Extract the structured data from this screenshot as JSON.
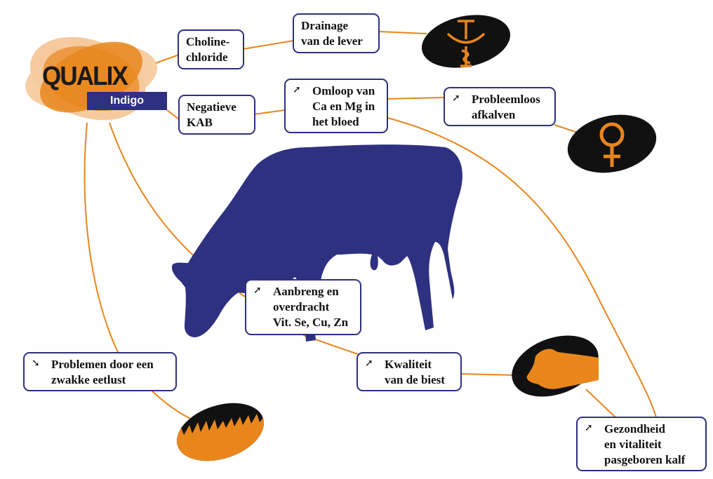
{
  "logo": {
    "name": "QUALIX",
    "subtitle": "Indigo"
  },
  "colors": {
    "orange": "#e8861c",
    "navy": "#2e3080",
    "black": "#111111"
  },
  "boxes": {
    "choline": "Choline-\nchloride",
    "drainage": "Drainage\nvan de lever",
    "kab": "Negatieve\nKAB",
    "omloop": "Omloop van\nCa en Mg in\nhet bloed",
    "afkalven": "Probleemloos\nafkalven",
    "aanbreng": "Aanbreng en\noverdracht\nVit. Se, Cu, Zn",
    "eetlust": "Problemen door een\nzwakke eetlust",
    "biest": "Kwaliteit\nvan de biest",
    "kalf": "Gezondheid\nen vitaliteit\npasgeboren kalf"
  },
  "arrows": {
    "up": "➚",
    "down": "➘"
  },
  "icons": [
    "pharmacy-icon",
    "female-symbol-icon",
    "calf-icon",
    "grass-icon",
    "cow-silhouette"
  ]
}
